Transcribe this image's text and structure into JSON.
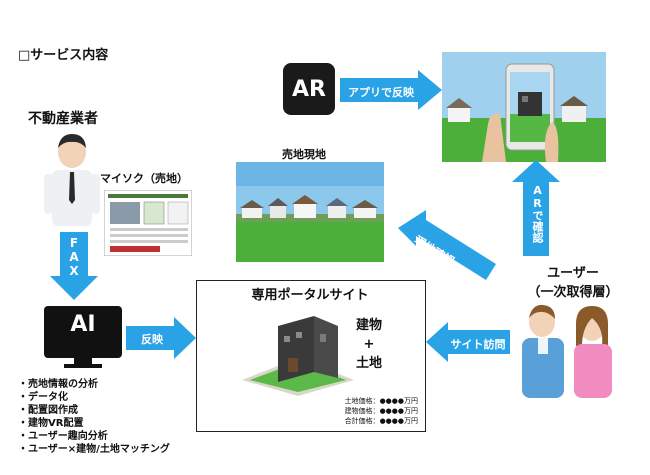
{
  "section_title": "□サービス内容",
  "realtor": {
    "label": "不動産業者"
  },
  "maisoku": {
    "label": "マイソク（売地）"
  },
  "fax": {
    "label": "FAX"
  },
  "ai": {
    "box_label": "AI",
    "reflect_label": "反映",
    "list": [
      "売地情報の分析",
      "データ化",
      "配置図作成",
      "建物VR配置",
      "ユーザー趣向分析",
      "ユーザー×建物/土地マッチング"
    ]
  },
  "ar": {
    "box_label": "AR",
    "app_arrow_label": "アプリで反映",
    "confirm_label": "ARで確認"
  },
  "land_site": {
    "label": "売地現地",
    "confirm_arrow_label": "現地確認"
  },
  "user": {
    "label_line1": "ユーザー",
    "label_line2": "（一次取得層）",
    "visit_arrow_label": "サイト訪問"
  },
  "portal": {
    "title": "専用ポータルサイト",
    "building_label": "建物",
    "plus": "+",
    "land_label": "土地",
    "prices": [
      {
        "label": "土地価格：",
        "value": "●●●●万円"
      },
      {
        "label": "建物価格：",
        "value": "●●●●万円"
      },
      {
        "label": "合計価格：",
        "value": "●●●●万円"
      }
    ]
  },
  "colors": {
    "arrow_blue": "#2aa2e6",
    "sky": "#8cc8ec",
    "grass": "#4caf3a",
    "ai_blue": "#1c7fc4"
  }
}
